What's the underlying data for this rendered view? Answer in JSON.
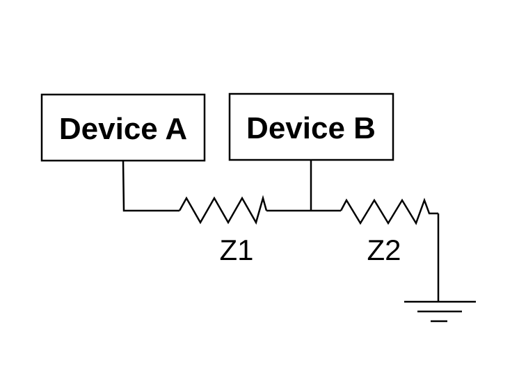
{
  "devices": {
    "a_label": "Device A",
    "b_label": "Device B"
  },
  "impedances": {
    "z1_label": "Z1",
    "z2_label": "Z2"
  },
  "colors": {
    "stroke": "#000000",
    "background": "#ffffff"
  },
  "icons": {
    "ground": "ground-symbol-icon",
    "resistor": "zigzag-impedance-icon"
  }
}
